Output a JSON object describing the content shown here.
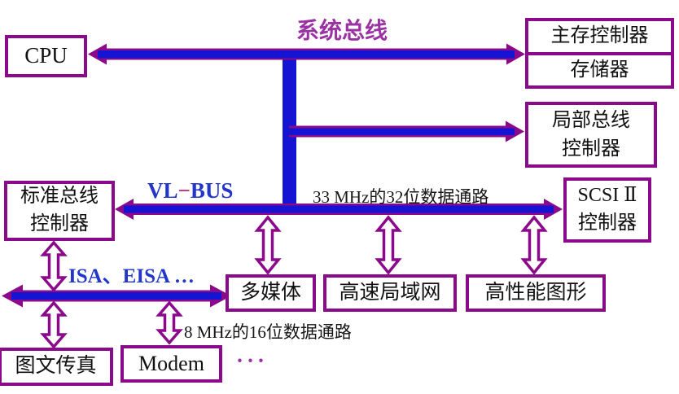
{
  "title": "系统总线",
  "colors": {
    "bus_blue": "#1414d2",
    "outline_purple": "#8b098b",
    "heading_magenta": "#9a32a3",
    "label_blue": "#2236c9"
  },
  "boxes": {
    "cpu": {
      "label": "CPU"
    },
    "memory_unit": {
      "line1": "主存控制器",
      "line2": "存储器"
    },
    "local_bus_controller": {
      "line1": "局部总线",
      "line2": "控制器"
    },
    "standard_bus_controller": {
      "line1": "标准总线",
      "line2": "控制器"
    },
    "scsi_controller": {
      "line1": "SCSI Ⅱ",
      "line2": "控制器"
    },
    "multimedia": {
      "label": "多媒体"
    },
    "high_speed_lan": {
      "label": "高速局域网"
    },
    "high_perf_graphics": {
      "label": "高性能图形"
    },
    "fax": {
      "label": "图文传真"
    },
    "modem": {
      "label": "Modem"
    }
  },
  "labels": {
    "vl_bus": {
      "pre": "VL",
      "dash": "−",
      "post": "BUS"
    },
    "isa_eisa": "ISA、EISA …",
    "data_path_32": "33 MHz的32位数据通路",
    "data_path_16": "8 MHz的16位数据通路",
    "ellipsis": "···"
  }
}
